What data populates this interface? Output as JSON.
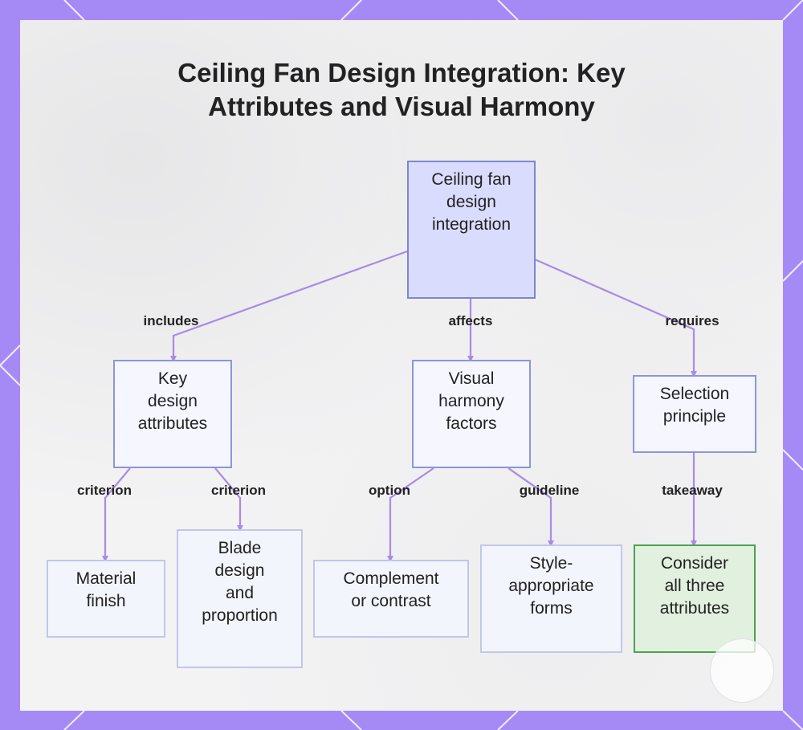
{
  "title": {
    "line1": "Ceiling Fan Design Integration: Key",
    "line2": "Attributes and Visual Harmony"
  },
  "nodes": {
    "root": {
      "lines": [
        "Ceiling fan",
        "design",
        "integration"
      ]
    },
    "key": {
      "lines": [
        "Key",
        "design",
        "attributes"
      ]
    },
    "visual": {
      "lines": [
        "Visual",
        "harmony",
        "factors"
      ]
    },
    "selection": {
      "lines": [
        "Selection",
        "principle"
      ]
    },
    "material": {
      "lines": [
        "Material",
        "finish"
      ]
    },
    "blade": {
      "lines": [
        "Blade",
        "design",
        "and",
        "proportion"
      ]
    },
    "complement": {
      "lines": [
        "Complement",
        "or contrast"
      ]
    },
    "style": {
      "lines": [
        "Style-",
        "appropriate",
        "forms"
      ]
    },
    "consider": {
      "lines": [
        "Consider",
        "all three",
        "attributes"
      ]
    }
  },
  "edges": {
    "includes": "includes",
    "affects": "affects",
    "requires": "requires",
    "criterion1": "criterion",
    "criterion2": "criterion",
    "option": "option",
    "guideline": "guideline",
    "takeaway": "takeaway"
  },
  "colors": {
    "frame": "#a58af5",
    "edge": "#a88be6",
    "root_fill": "#dadcfd",
    "final_fill": "#e2f1df",
    "final_border": "#4aa34f"
  }
}
